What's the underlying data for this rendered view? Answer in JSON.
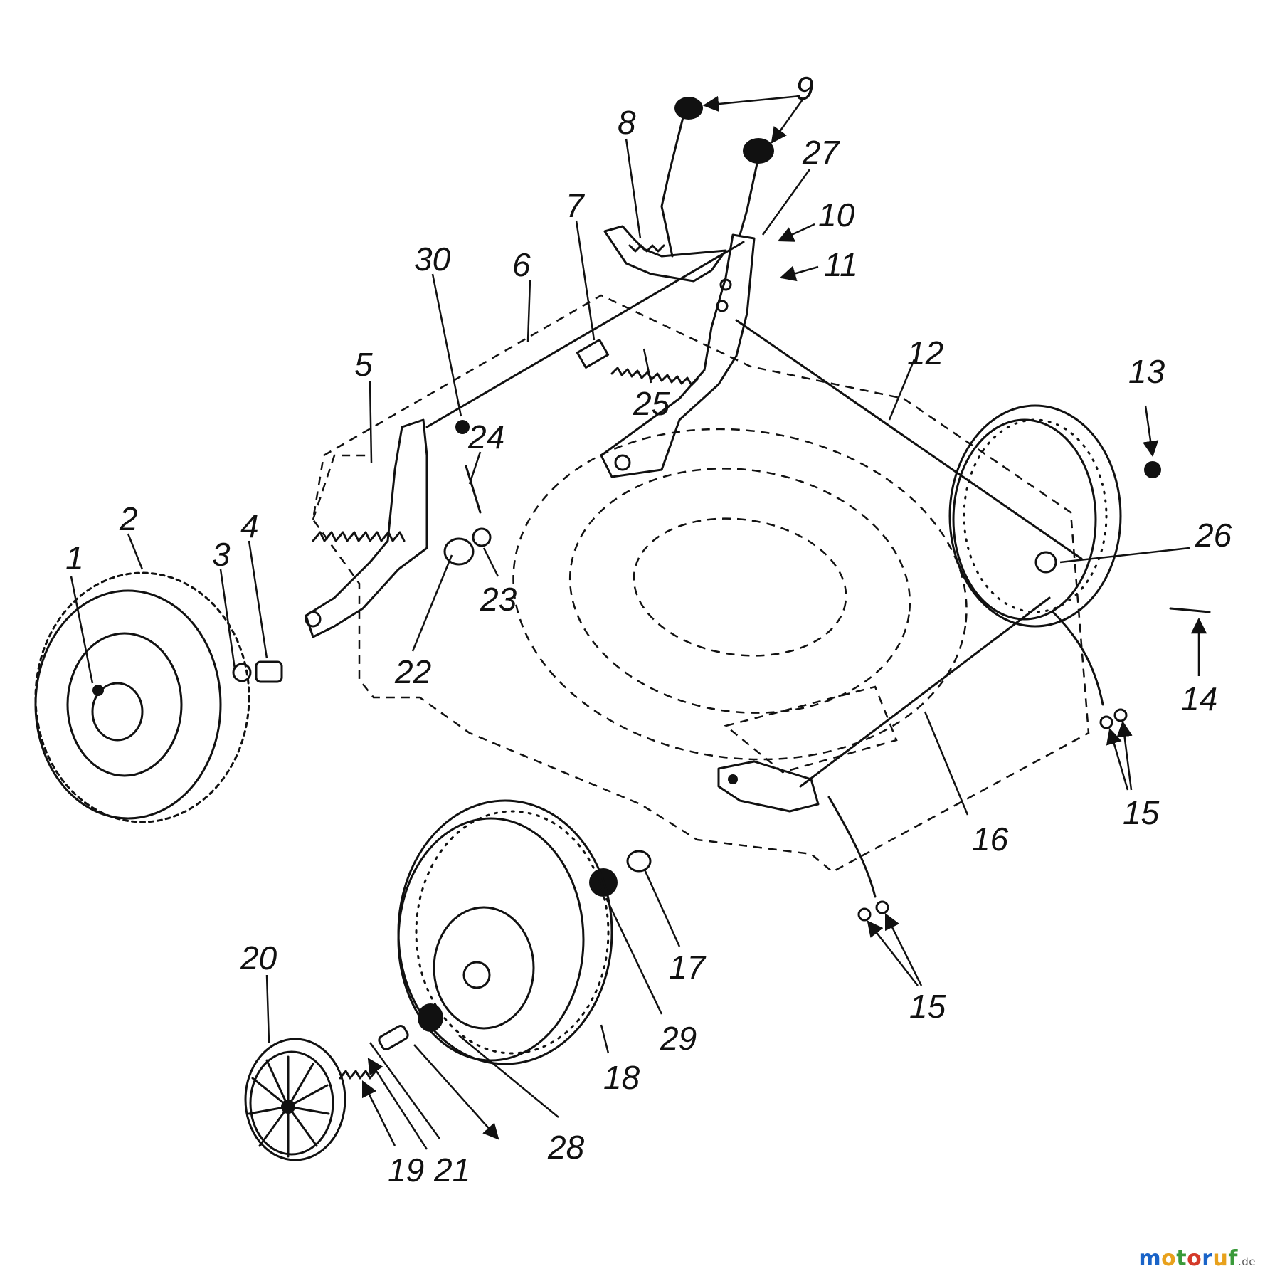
{
  "diagram": {
    "callouts": [
      "1",
      "2",
      "3",
      "4",
      "5",
      "6",
      "7",
      "8",
      "9",
      "10",
      "11",
      "12",
      "13",
      "14",
      "15",
      "15",
      "15",
      "16",
      "17",
      "18",
      "19",
      "20",
      "21",
      "22",
      "23",
      "24",
      "25",
      "26",
      "27",
      "28",
      "29",
      "30"
    ]
  },
  "watermark": {
    "brand": "motoruf",
    "suffix": ".de",
    "colors": [
      "#1a64c8",
      "#e8a11c",
      "#3a9a3a",
      "#d43a2a"
    ]
  }
}
